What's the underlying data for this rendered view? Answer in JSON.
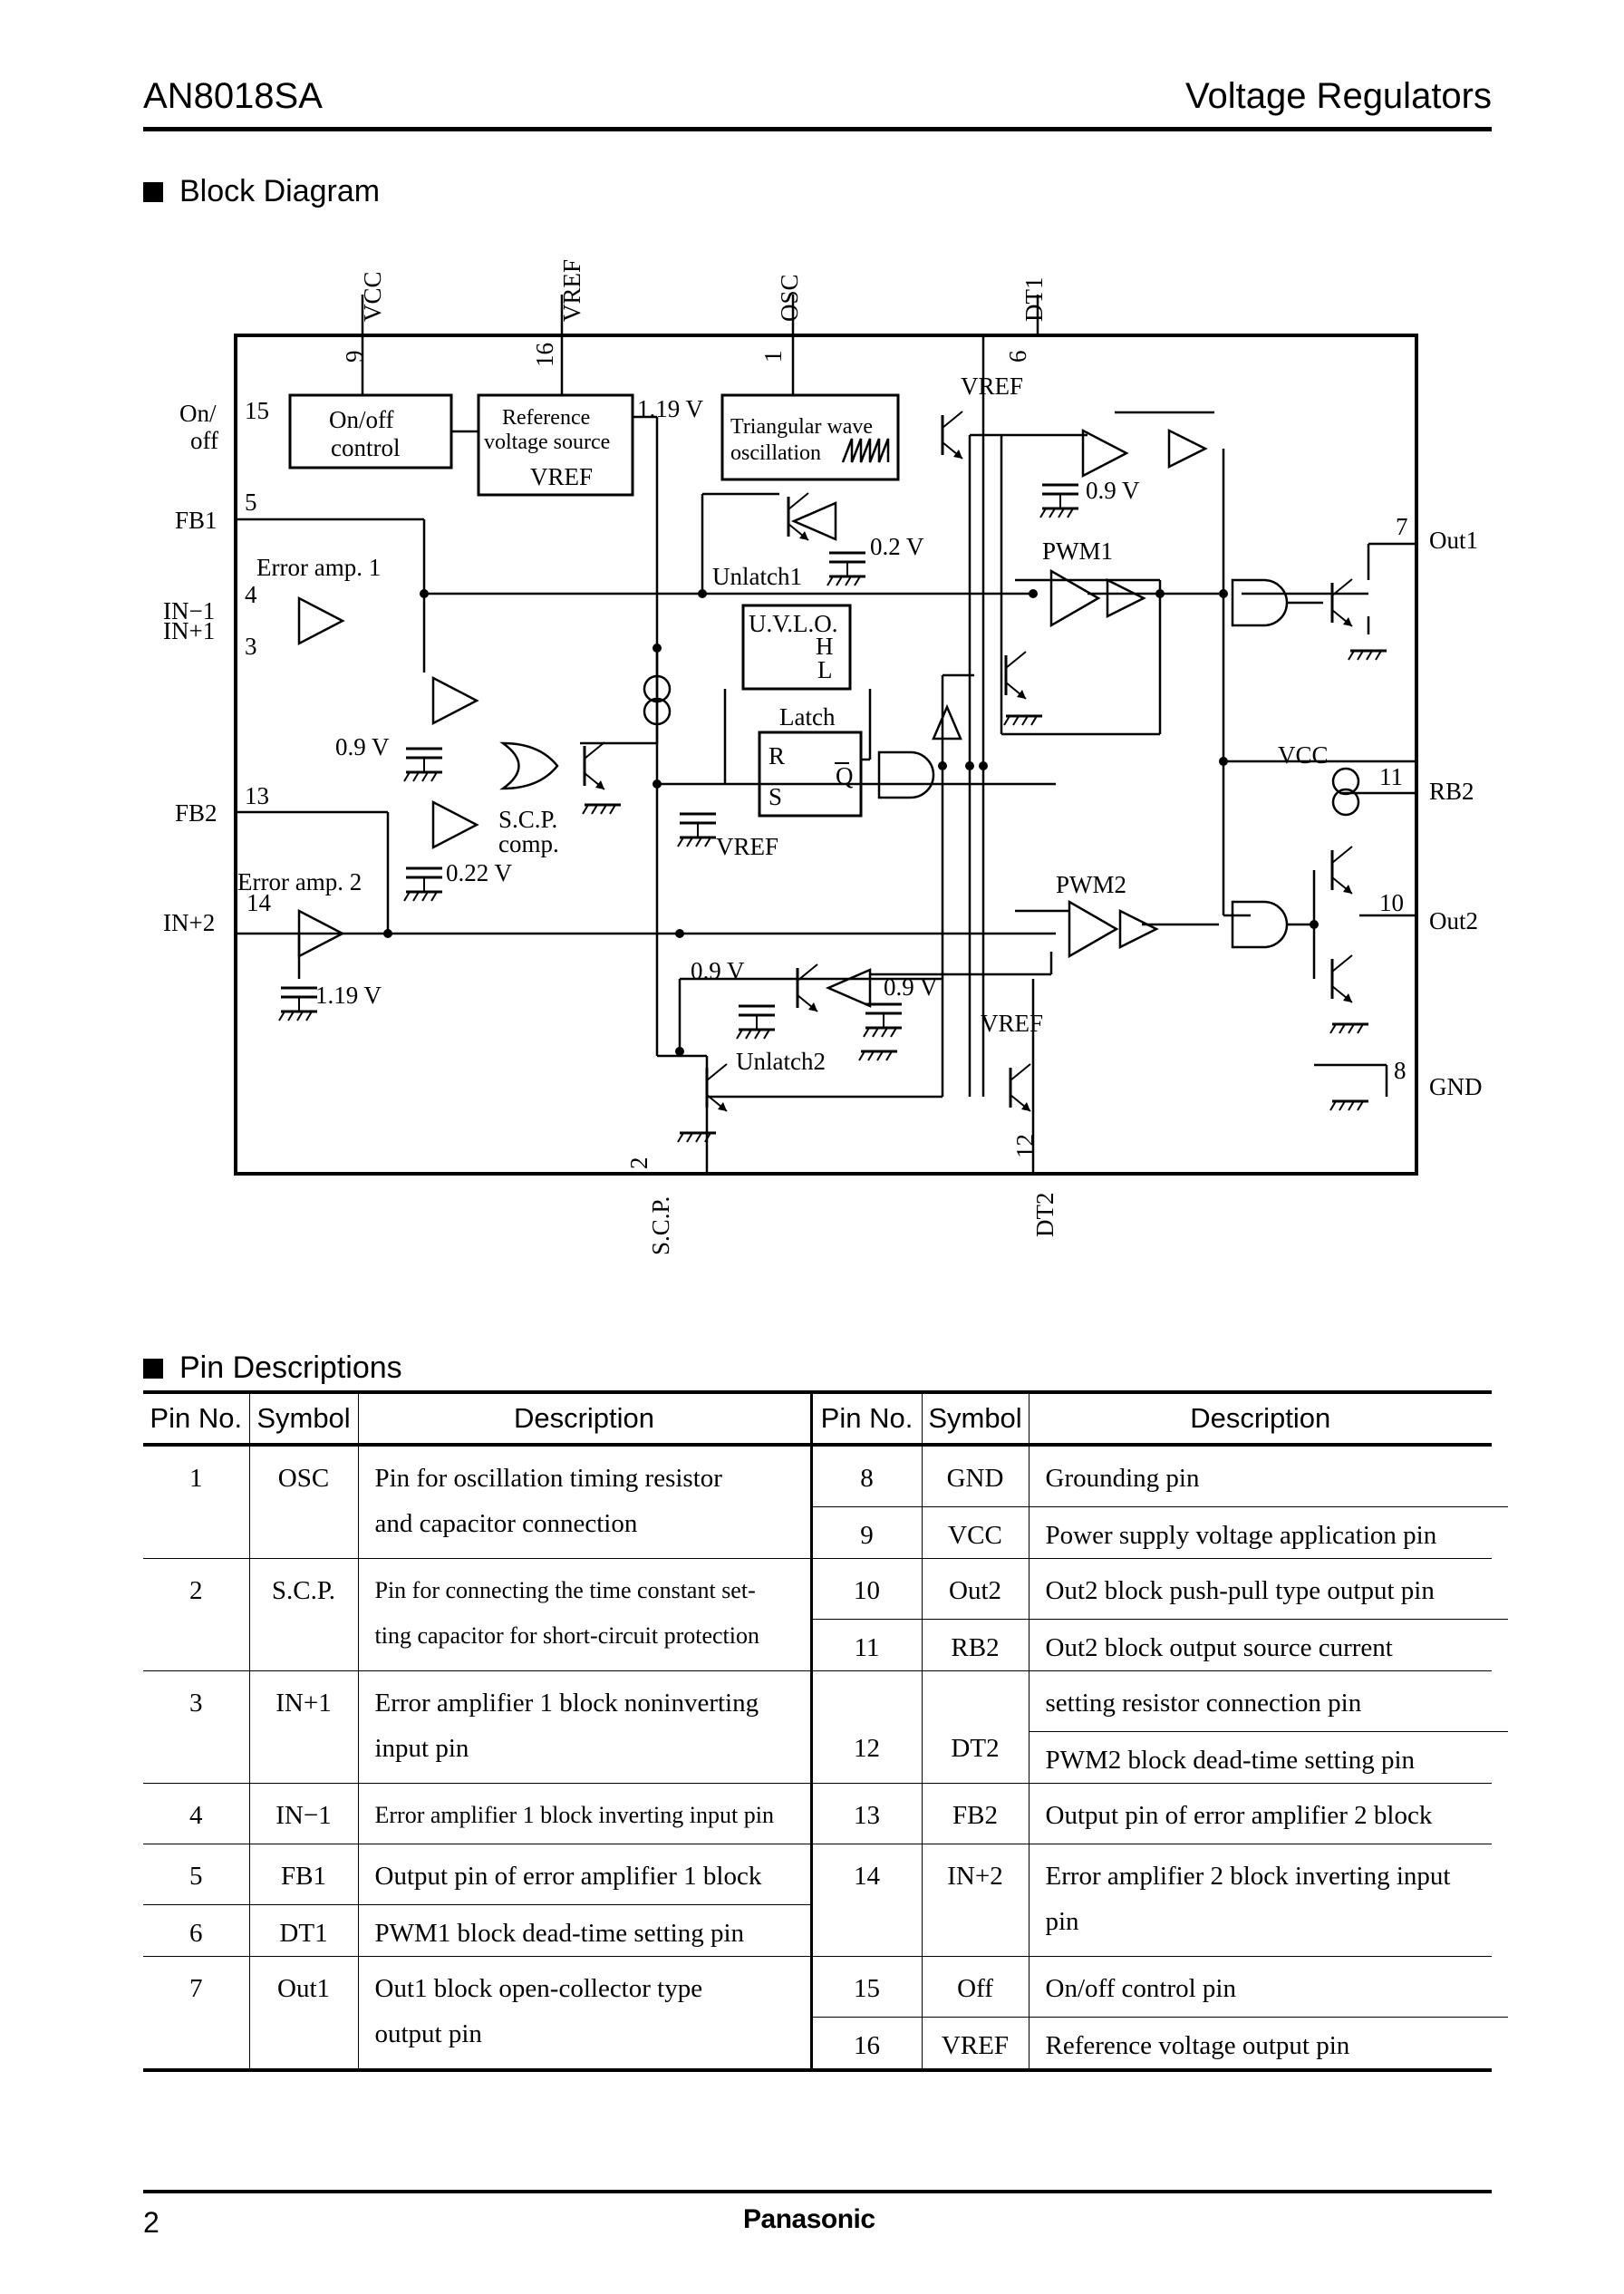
{
  "header": {
    "part_number": "AN8018SA",
    "category": "Voltage Regulators"
  },
  "sections": {
    "block_diagram": "Block Diagram",
    "pin_descriptions": "Pin Descriptions"
  },
  "diagram": {
    "top_pins": [
      {
        "num": "9",
        "name": "VCC"
      },
      {
        "num": "16",
        "name": "VREF"
      },
      {
        "num": "1",
        "name": "OSC"
      },
      {
        "num": "6",
        "name": "DT1"
      }
    ],
    "bottom_pins": [
      {
        "num": "2",
        "name": "S.C.P."
      },
      {
        "num": "12",
        "name": "DT2"
      }
    ],
    "left_pins": [
      {
        "num": "15",
        "name_line1": "On/",
        "name_line2": "off"
      },
      {
        "num": "5",
        "name": "FB1"
      },
      {
        "num": "4",
        "name": "IN−1"
      },
      {
        "num": "3",
        "name": "IN+1"
      },
      {
        "num": "13",
        "name": "FB2"
      },
      {
        "num": "14",
        "name": "IN+2"
      }
    ],
    "right_pins": [
      {
        "num": "7",
        "name": "Out1"
      },
      {
        "num": "11",
        "name": "RB2"
      },
      {
        "num": "10",
        "name": "Out2"
      },
      {
        "num": "8",
        "name": "GND"
      }
    ],
    "blocks": {
      "onoff_line1": "On/off",
      "onoff_line2": "control",
      "ref_line1": "Reference",
      "ref_line2": "voltage source",
      "ref_line3": "VREF",
      "tri_line1": "Triangular wave",
      "tri_line2": "oscillation",
      "uvlo": "U.V.L.O.",
      "uvlo_h": "H",
      "uvlo_l": "L",
      "latch": "Latch",
      "latch_r": "R",
      "latch_s": "S",
      "latch_q": "Q"
    },
    "labels": {
      "v119_top": "1.19 V",
      "error_amp1": "Error amp. 1",
      "error_amp2": "Error amp. 2",
      "v09_a": "0.9 V",
      "v09_b": "0.9 V",
      "v09_c": "0.9 V",
      "v09_d": "0.9 V",
      "v02": "0.2 V",
      "v022": "0.22 V",
      "v119_bottom": "1.19 V",
      "unlatch1": "Unlatch1",
      "unlatch2": "Unlatch2",
      "scp_comp_line1": "S.C.P.",
      "scp_comp_line2": "comp.",
      "pwm1": "PWM1",
      "pwm2": "PWM2",
      "vref_a": "VREF",
      "vref_b": "VREF",
      "vref_c": "VREF",
      "vcc_right": "VCC"
    }
  },
  "pin_table": {
    "headers": [
      "Pin No.",
      "Symbol",
      "Description",
      "Pin No.",
      "Symbol",
      "Description"
    ],
    "left": [
      {
        "pin": "1",
        "symbol": "OSC",
        "desc": [
          "Pin for oscillation timing resistor",
          "and capacitor connection"
        ]
      },
      {
        "pin": "2",
        "symbol": "S.C.P.",
        "desc": [
          "Pin for connecting the time constant set-",
          "ting capacitor for short-circuit protection"
        ]
      },
      {
        "pin": "3",
        "symbol": "IN+1",
        "desc": [
          "Error amplifier 1 block noninverting",
          "input pin"
        ]
      },
      {
        "pin": "4",
        "symbol": "IN−1",
        "desc": [
          "Error amplifier 1 block inverting input pin"
        ]
      },
      {
        "pin": "5",
        "symbol": "FB1",
        "desc": [
          "Output pin of error amplifier 1 block"
        ]
      },
      {
        "pin": "6",
        "symbol": "DT1",
        "desc": [
          "PWM1 block dead-time setting pin"
        ]
      },
      {
        "pin": "7",
        "symbol": "Out1",
        "desc": [
          "Out1 block open-collector type",
          "output pin"
        ]
      }
    ],
    "right": [
      {
        "pin": "8",
        "symbol": "GND",
        "desc": [
          "Grounding pin"
        ]
      },
      {
        "pin": "9",
        "symbol": "VCC",
        "desc": [
          "Power supply voltage application pin"
        ]
      },
      {
        "pin": "10",
        "symbol": "Out2",
        "desc": [
          "Out2 block push-pull type output pin"
        ]
      },
      {
        "pin": "11",
        "symbol": "RB2",
        "desc": [
          "Out2 block output source current",
          "setting resistor connection pin"
        ]
      },
      {
        "pin": "12",
        "symbol": "DT2",
        "desc": [
          "PWM2 block dead-time setting pin"
        ]
      },
      {
        "pin": "13",
        "symbol": "FB2",
        "desc": [
          "Output pin of error amplifier 2 block"
        ]
      },
      {
        "pin": "14",
        "symbol": "IN+2",
        "desc": [
          "Error amplifier 2 block inverting input",
          "pin"
        ]
      },
      {
        "pin": "15",
        "symbol": "Off",
        "desc": [
          "On/off control pin"
        ]
      },
      {
        "pin": "16",
        "symbol": "VREF",
        "desc": [
          "Reference voltage output pin"
        ]
      }
    ]
  },
  "footer": {
    "page": "2",
    "brand": "Panasonic"
  }
}
